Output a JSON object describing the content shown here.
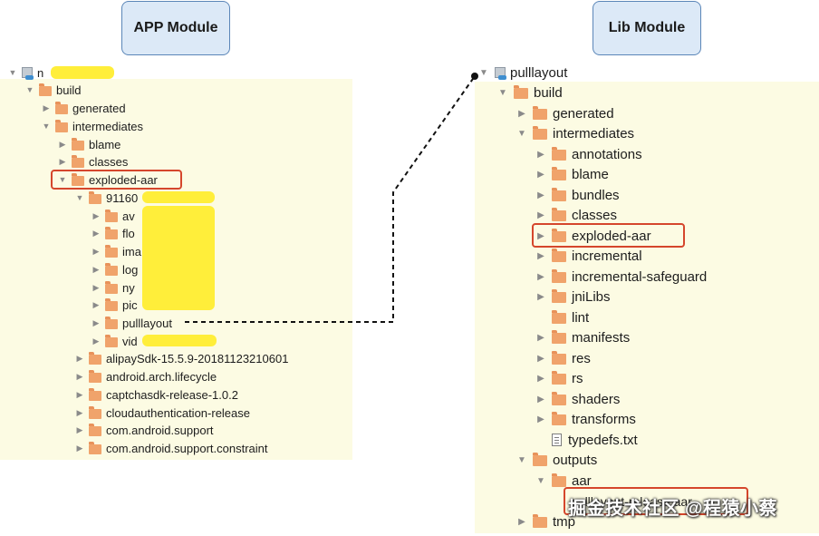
{
  "app_module": {
    "label": "APP Module"
  },
  "lib_module": {
    "label": "Lib Module"
  },
  "left_tree": {
    "root": "n",
    "build": "build",
    "generated": "generated",
    "intermediates": "intermediates",
    "blame": "blame",
    "classes": "classes",
    "exploded_aar": "exploded-aar",
    "hash_folder": "91160",
    "children": [
      "av",
      "flo",
      "ima",
      "log",
      "ny",
      "pic",
      "pulllayout",
      "vid"
    ],
    "libs": [
      "alipaySdk-15.5.9-20181123210601",
      "android.arch.lifecycle",
      "captchasdk-release-1.0.2",
      "cloudauthentication-release",
      "com.android.support",
      "com.android.support.constraint"
    ]
  },
  "right_tree": {
    "root": "pulllayout",
    "build": "build",
    "generated": "generated",
    "intermediates": "intermediates",
    "items": [
      "annotations",
      "blame",
      "bundles",
      "classes",
      "exploded-aar",
      "incremental",
      "incremental-safeguard",
      "jniLibs",
      "lint",
      "manifests",
      "res",
      "rs",
      "shaders",
      "transforms"
    ],
    "typedefs": "typedefs.txt",
    "outputs": "outputs",
    "aar": "aar",
    "aar_file": "pulllayout-release.aar",
    "tmp": "tmp"
  },
  "watermark": "掘金技术社区 @程猿小蔡",
  "colors": {
    "folder": "#f0a36b",
    "highlight_box": "#d5462c",
    "panel_bg": "#fcfbe3",
    "module_box_bg": "#dce9f7",
    "redaction": "#ffee3a"
  }
}
